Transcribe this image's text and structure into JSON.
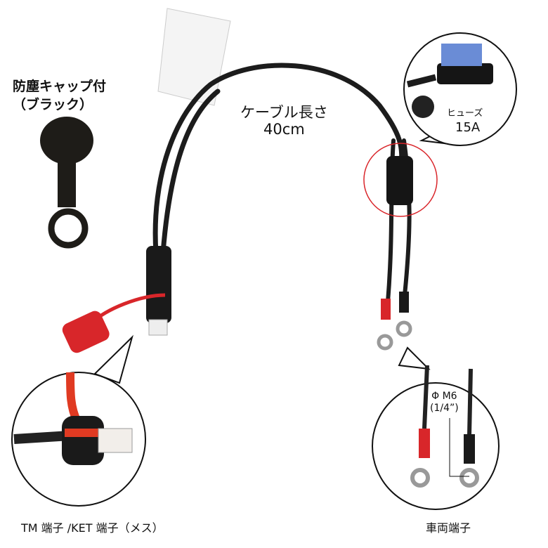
{
  "labels": {
    "dust_cap": [
      "防塵キャップ付",
      "（ブラック）"
    ],
    "cable_length": [
      "ケーブル長さ",
      "40cm"
    ],
    "fuse": {
      "name": "ヒューズ",
      "rating": "15A"
    },
    "ring_terminal": [
      "Φ M6",
      "(1/4”)"
    ],
    "connector": "TM 端子 /KET 端子（メス）",
    "vehicle_terminal": "車両端子"
  },
  "colors": {
    "highlight_circle": "#d9252a",
    "cap_red": "#d8262a",
    "cable": "#1c1c1c"
  }
}
